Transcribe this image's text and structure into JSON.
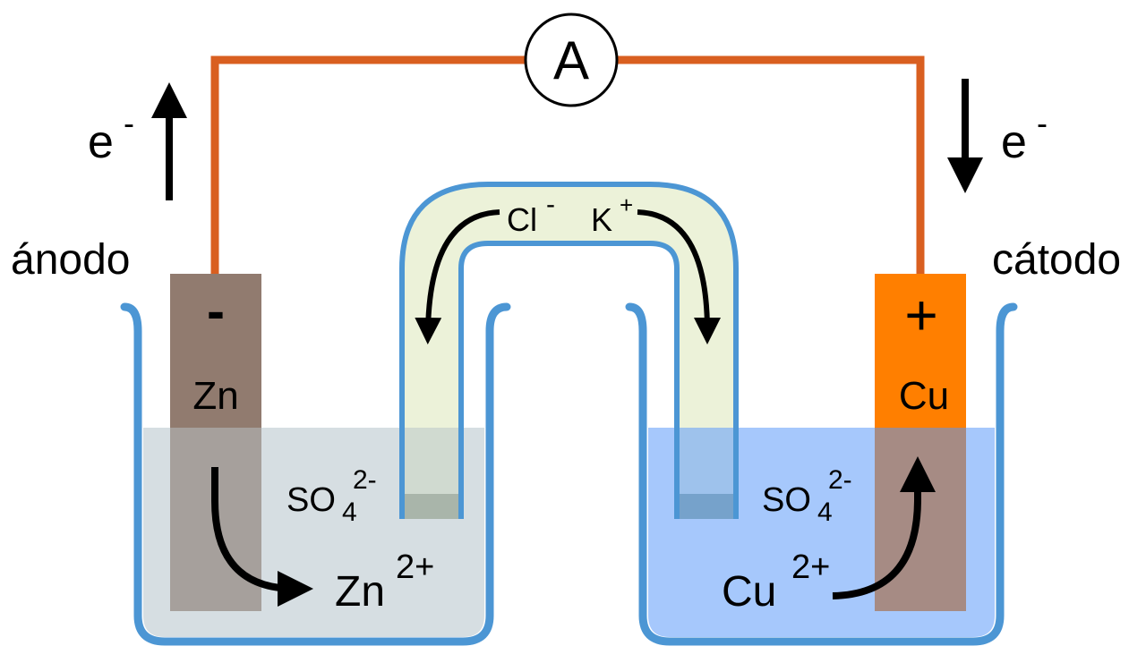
{
  "title": "Galvanic cell (Daniell cell) diagram",
  "colors": {
    "wire": "#d95f20",
    "beaker_outline": "#4c96d4",
    "left_solution": "#d6dee2",
    "right_solution": "#a6c8fc",
    "salt_bridge": "#ecf2d9",
    "zinc_electrode": "#917b6f",
    "zinc_submerged": "#a6a09c",
    "copper_electrode": "#ff7f00",
    "copper_submerged": "#a68b84",
    "arrow": "#000000"
  },
  "ammeter": {
    "symbol": "A"
  },
  "left": {
    "electron_label": "e",
    "electron_charge": "-",
    "electron_flow_direction": "up",
    "electrode_role": "ánodo",
    "electrode_sign": "-",
    "electrode_metal": "Zn",
    "anion": "SO",
    "anion_subscript": "4",
    "anion_charge": "2-",
    "ion": "Zn",
    "ion_charge": "2+"
  },
  "right": {
    "electron_label": "e",
    "electron_charge": "-",
    "electron_flow_direction": "down",
    "electrode_role": "cátodo",
    "electrode_sign": "+",
    "electrode_metal": "Cu",
    "anion": "SO",
    "anion_subscript": "4",
    "anion_charge": "2-",
    "ion": "Cu",
    "ion_charge": "2+"
  },
  "salt_bridge": {
    "anion": "Cl",
    "anion_charge": "-",
    "cation": "K",
    "cation_charge": "+"
  }
}
